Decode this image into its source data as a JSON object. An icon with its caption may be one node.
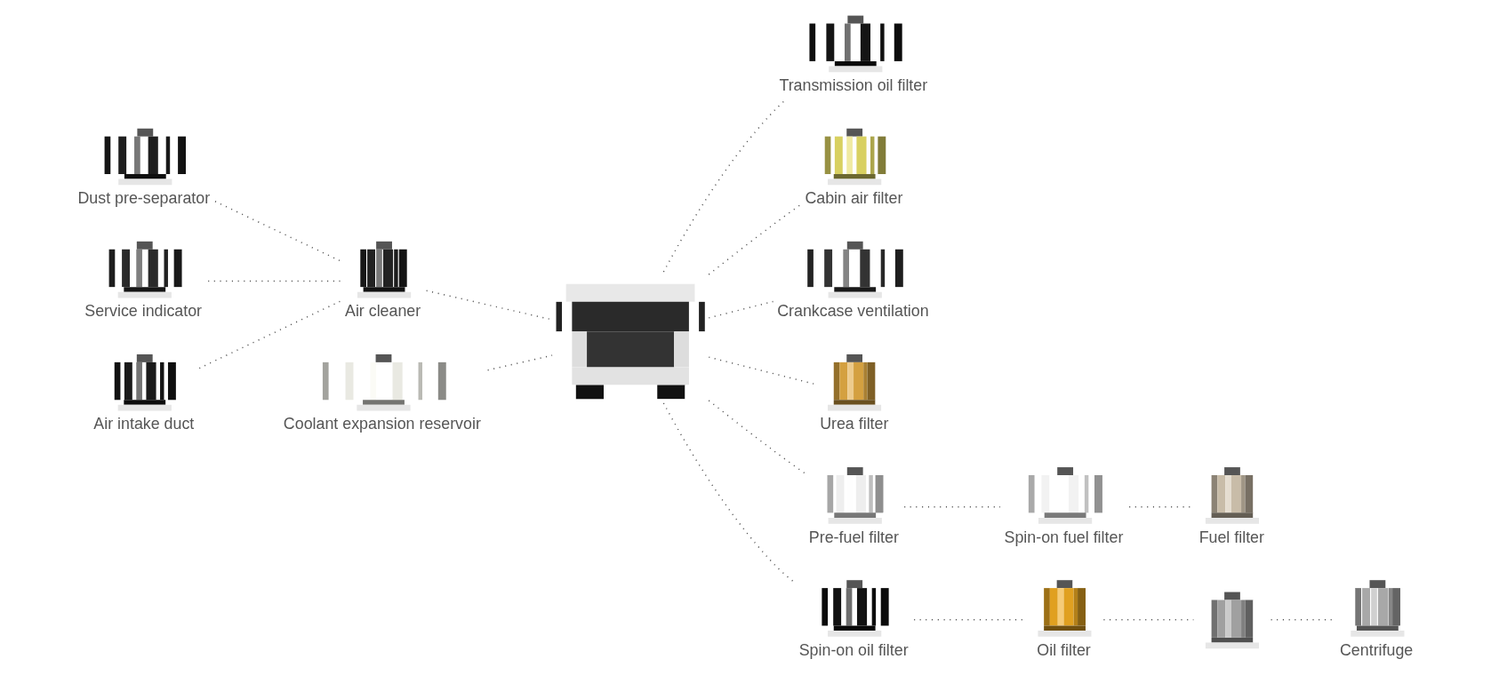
{
  "diagram": {
    "nodes": [
      {
        "text": [],
        "shape": "picture"
      },
      {
        "text": [],
        "shape": "picture",
        "beside": [
          "Dust pre-separator"
        ]
      },
      {
        "text": [],
        "shape": "picture",
        "beside": [
          "Air cleaner"
        ]
      },
      {
        "text": [],
        "shape": "picture",
        "beside": [
          "Service indicator"
        ]
      },
      {
        "text": [],
        "shape": "picture",
        "beside": [
          "Air intake duct"
        ]
      },
      {
        "text": [],
        "shape": "picture",
        "beside": [
          "Coolant expansion reservoir"
        ]
      },
      {
        "text": [],
        "shape": "picture",
        "beside": [
          "Transmission oil filter"
        ]
      },
      {
        "text": [],
        "shape": "picture",
        "beside": [
          "Cabin air filter"
        ]
      },
      {
        "text": [],
        "shape": "picture",
        "beside": [
          "Crankcase ventilation"
        ]
      },
      {
        "text": [],
        "shape": "picture",
        "beside": [
          "Urea filter"
        ]
      },
      {
        "text": [],
        "shape": "picture",
        "beside": [
          "Centrifuge"
        ]
      },
      {
        "text": [],
        "shape": "picture",
        "beside": [
          "Pre-fuel filter"
        ]
      },
      {
        "text": [],
        "shape": "picture",
        "beside": [
          "Spin-on fuel filter"
        ]
      },
      {
        "text": [],
        "shape": "picture",
        "beside": [
          "Fuel filter"
        ]
      },
      {
        "text": [],
        "shape": "picture",
        "beside": [
          "Spin-on oil filter"
        ]
      },
      {
        "text": [],
        "shape": "picture",
        "beside": [
          "Oil filter"
        ]
      },
      {
        "text": [],
        "shape": "picture"
      }
    ],
    "edges": [
      {
        "from": 0,
        "to": 2,
        "arrow": "none",
        "style": "dashed"
      },
      {
        "from": 2,
        "to": 1,
        "arrow": "none",
        "style": "dashed"
      },
      {
        "from": 2,
        "to": 3,
        "arrow": "none",
        "style": "dashed"
      },
      {
        "from": 2,
        "to": 4,
        "arrow": "none",
        "style": "dashed"
      },
      {
        "from": 0,
        "to": 5,
        "arrow": "none",
        "style": "dashed"
      },
      {
        "from": 0,
        "to": 6,
        "arrow": "none",
        "style": "dashed"
      },
      {
        "from": 0,
        "to": 7,
        "arrow": "none",
        "style": "dashed"
      },
      {
        "from": 0,
        "to": 9,
        "arrow": "none",
        "style": "dashed"
      },
      {
        "from": 0,
        "to": 8,
        "arrow": "none",
        "style": "dashed"
      },
      {
        "from": 0,
        "to": 11,
        "arrow": "none",
        "style": "dashed"
      },
      {
        "from": 11,
        "to": 12,
        "arrow": "none",
        "style": "dashed"
      },
      {
        "from": 12,
        "to": 13,
        "arrow": "none",
        "style": "dashed"
      },
      {
        "from": 0,
        "to": 14,
        "arrow": "none",
        "style": "dashed"
      },
      {
        "from": 14,
        "to": 15,
        "arrow": "none",
        "style": "dashed"
      },
      {
        "from": 15,
        "to": 16,
        "arrow": "none",
        "style": "dashed"
      },
      {
        "from": 16,
        "to": 10,
        "arrow": "none",
        "style": "dashed"
      }
    ]
  }
}
